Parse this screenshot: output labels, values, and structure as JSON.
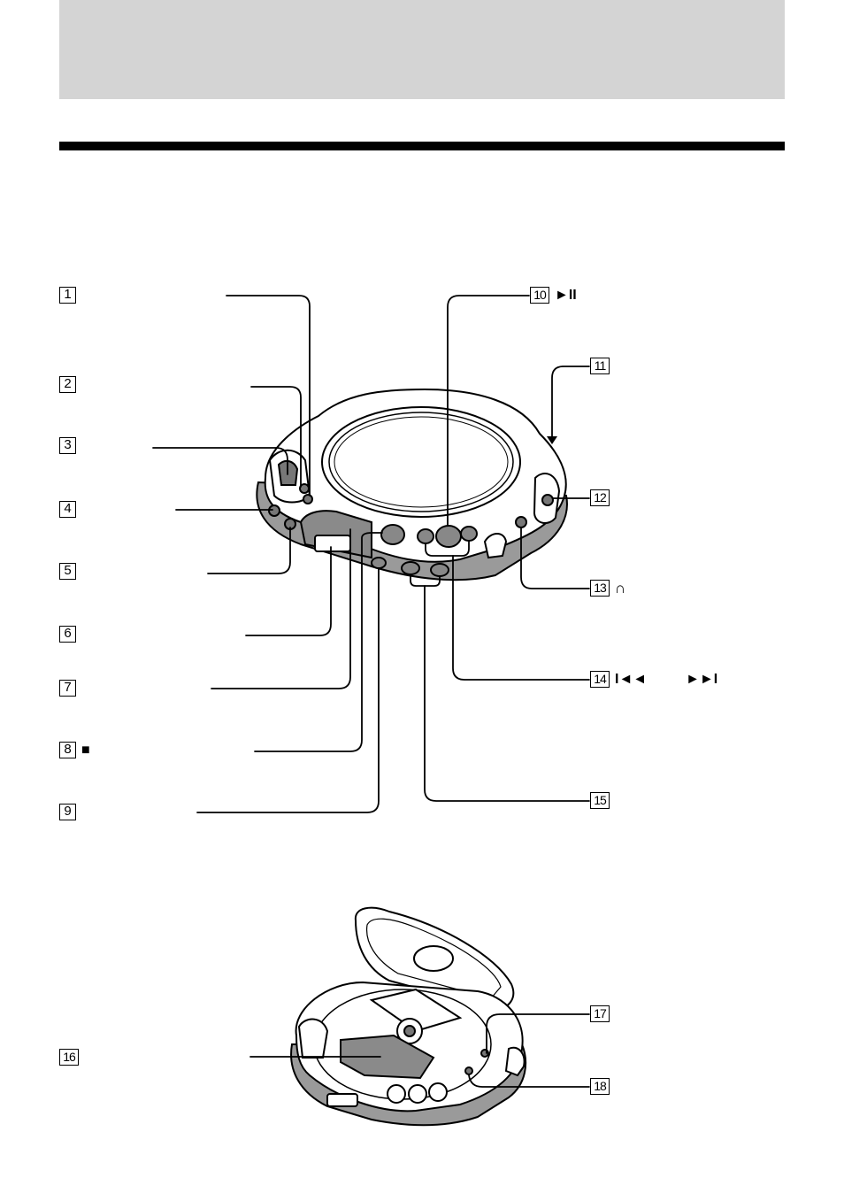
{
  "callouts": [
    {
      "num": "1",
      "sym": ""
    },
    {
      "num": "2",
      "sym": ""
    },
    {
      "num": "3",
      "sym": ""
    },
    {
      "num": "4",
      "sym": ""
    },
    {
      "num": "5",
      "sym": ""
    },
    {
      "num": "6",
      "sym": ""
    },
    {
      "num": "7",
      "sym": ""
    },
    {
      "num": "8",
      "sym": "■"
    },
    {
      "num": "9",
      "sym": ""
    },
    {
      "num": "10",
      "sym": "►II"
    },
    {
      "num": "11",
      "sym": ""
    },
    {
      "num": "12",
      "sym": ""
    },
    {
      "num": "13",
      "sym": "∩"
    },
    {
      "num": "14",
      "sym": "I◄◄",
      "sym2": "►►I"
    },
    {
      "num": "15",
      "sym": ""
    },
    {
      "num": "16",
      "sym": ""
    },
    {
      "num": "17",
      "sym": ""
    },
    {
      "num": "18",
      "sym": ""
    }
  ]
}
